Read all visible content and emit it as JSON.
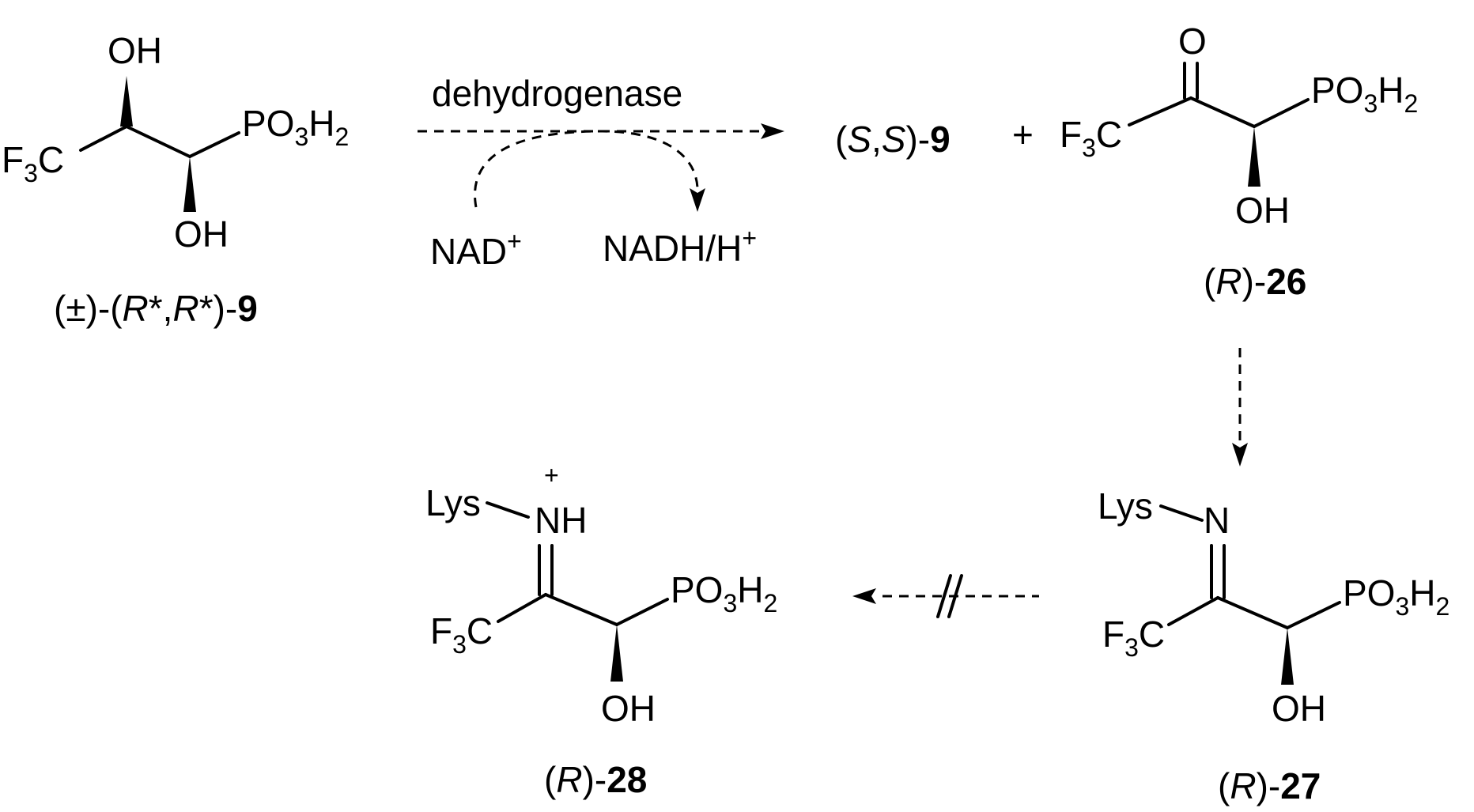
{
  "scheme": {
    "reactant": {
      "oh_top": "OH",
      "oh_bottom": "OH",
      "po3h2": {
        "a": "PO",
        "b": "3",
        "c": "H",
        "d": "2"
      },
      "cf3": {
        "a": "F",
        "b": "3",
        "c": "C"
      },
      "caption": {
        "a": "(±)-(",
        "b": "R",
        "c": "*,",
        "d": "R",
        "e": "*)-",
        "f": "9"
      }
    },
    "step1": {
      "enzyme": "dehydrogenase",
      "cofactor_in": {
        "a": "NAD",
        "b": "+"
      },
      "cofactor_out": {
        "a": "NADH/H",
        "b": "+"
      }
    },
    "product_ss9": {
      "a": "(",
      "b": "S",
      "c": ",",
      "d": "S",
      "e": ")-",
      "f": "9"
    },
    "plus": "+",
    "ketone_26": {
      "o": "O",
      "po3h2": {
        "a": "PO",
        "b": "3",
        "c": "H",
        "d": "2"
      },
      "cf3": {
        "a": "F",
        "b": "3",
        "c": "C"
      },
      "oh": "OH",
      "caption": {
        "a": "(",
        "b": "R",
        "c": ")-",
        "d": "26"
      }
    },
    "imine_27": {
      "lys": "Lys",
      "n": "N",
      "po3h2": {
        "a": "PO",
        "b": "3",
        "c": "H",
        "d": "2"
      },
      "cf3": {
        "a": "F",
        "b": "3",
        "c": "C"
      },
      "oh": "OH",
      "caption": {
        "a": "(",
        "b": "R",
        "c": ")-",
        "d": "27"
      }
    },
    "iminium_28": {
      "lys": "Lys",
      "nh": "NH",
      "charge": "+",
      "po3h2": {
        "a": "PO",
        "b": "3",
        "c": "H",
        "d": "2"
      },
      "cf3": {
        "a": "F",
        "b": "3",
        "c": "C"
      },
      "oh": "OH",
      "caption": {
        "a": "(",
        "b": "R",
        "c": ")-",
        "d": "28"
      }
    }
  }
}
